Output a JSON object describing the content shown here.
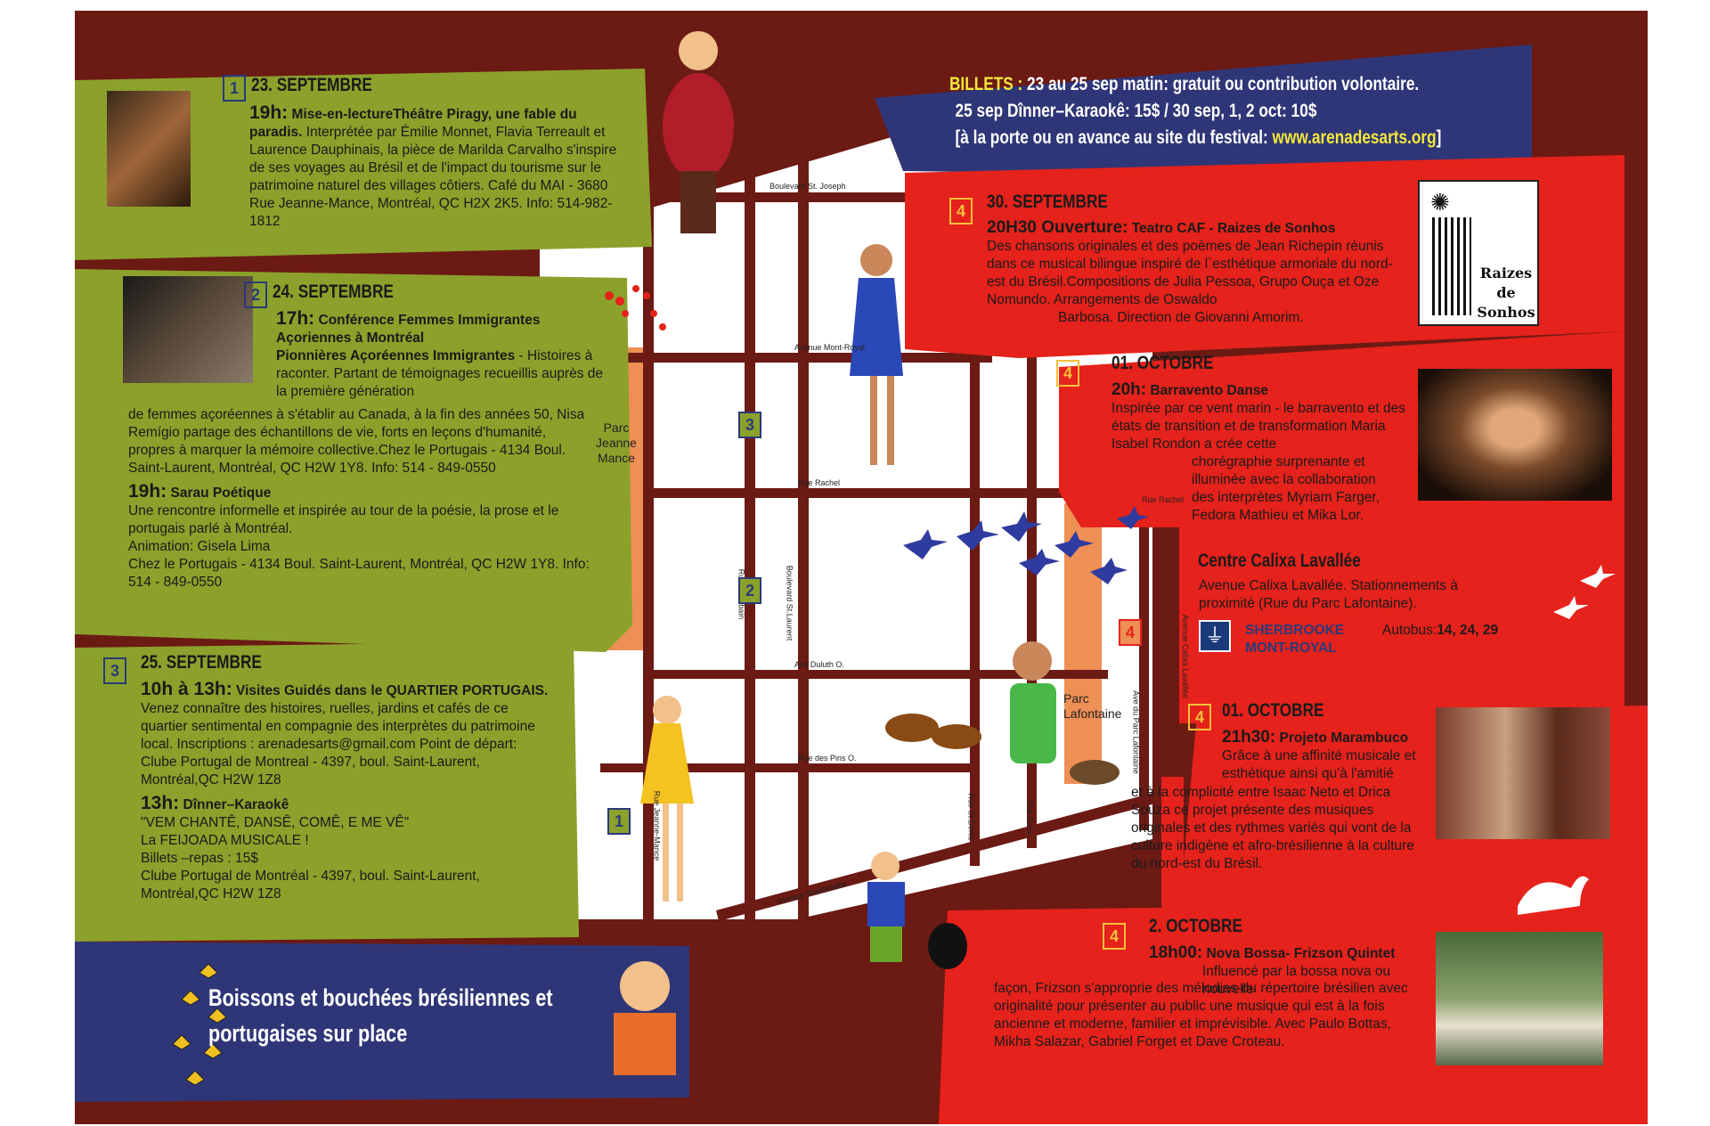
{
  "billets": {
    "label": "BILLETS :",
    "line1": "23 au 25 sep matin: gratuit ou contribution volontaire.",
    "line2": "25 sep Dînner–Karaokê: 15$  / 30 sep, 1, 2 oct: 10$",
    "line3a": "[à la porte ou en avance au site du festival:",
    "url": "www.arenadesarts.org",
    "line3b": "]"
  },
  "events_left": [
    {
      "num": "1",
      "date": "23. SEPTEMBRE",
      "time": "19h:",
      "title": "Mise-en-lectureThéâtre Piragy, une fable du paradis.",
      "body": "Interprétée par Émilie Monnet, Flavia Terreault et Laurence Dauphinais, la pièce de Marilda Carvalho s'inspire de ses voyages au Brésil et de l'impact du tourisme sur le patrimoine naturel des villages côtiers. Café du MAI - 3680 Rue Jeanne-Mance, Montréal, QC H2X 2K5. Info: 514-982-1812"
    },
    {
      "num": "2",
      "date": "24. SEPTEMBRE",
      "time": "17h:",
      "title1": "Conférence  Femmes Immigrantes",
      "title2": "Açoriennes à Montréal",
      "title3": "Pionnières Açoréennes Immigrantes",
      "body_indent": "- Histoires à raconter. Partant de témoignages recueillis auprès de la première génération",
      "body": "de femmes açoréennes à s'établir au Canada, à la fin des années 50, Nisa Remígio partage des échantillons de vie, forts en leçons d'humanité, propres à marquer la mémoire collective.Chez le Portugais - 4134 Boul. Saint-Laurent,  Montréal, QC H2W 1Y8. Info: 514 - 849-0550",
      "time2": "19h:",
      "title_b": "Sarau Poétique",
      "body2": "Une rencontre informelle et inspirée au tour de la poésie, la prose et le portugais parlé à Montréal.",
      "body3": "Animation: Gisela Lima",
      "body4": "Chez le Portugais - 4134 Boul. Saint-Laurent,  Montréal, QC H2W 1Y8. Info: 514 - 849-0550"
    },
    {
      "num": "3",
      "date": "25. SEPTEMBRE",
      "time": "10h à 13h:",
      "title": "Visites Guidés dans le QUARTIER PORTUGAIS.",
      "body": "Venez connaître des histoires, ruelles, jardins et cafés de ce quartier sentimental en compagnie des interprètes du patrimoine local. Inscriptions : arenadesarts@gmail.com  Point de départ: Clube Portugal de Montreal - 4397, boul. Saint-Laurent, Montréal,QC H2W 1Z8",
      "time2": "13h:",
      "title_b": "Dînner–Karaokê",
      "lines": [
        "\"VEM CHANTÊ, DANSÊ, COMÊ, E ME VÊ\"",
        "La FEIJOADA  MUSICALE !",
        "Billets –repas :  15$",
        "Clube Portugal de Montréal  - 4397, boul. Saint-Laurent,",
        "Montréal,QC  H2W 1Z8"
      ]
    }
  ],
  "boissons": {
    "line1": "Boissons et bouchées brésiliennes et",
    "line2": "portugaises sur place"
  },
  "events_right": [
    {
      "num": "4",
      "date": "30. SEPTEMBRE",
      "time": "20H30  Ouverture:",
      "title": "Teatro CAF - Raizes de Sonhos",
      "body": "Des chansons originales et des poèmes de Jean Richepin réunis dans ce musical bilingue inspiré de l`esthétique armoriale du nord-est du Brésil.Compositions de Julia Pessoa, Grupo Ouça et Oze Nomundo. Arrangements de Oswaldo",
      "body_end": "Barbosa. Direction de Giovanni Amorim.",
      "logo_text1": "Raizes",
      "logo_text2": "de",
      "logo_text3": "Sonhos"
    },
    {
      "num": "4",
      "date": "01. OCTOBRE",
      "time": "20h:",
      "title": "Barravento Danse",
      "body": "Inspirée par ce vent marin - le barravento et des états de transition et de transformation Maria Isabel Rondon a crée cette",
      "body2": "chorégraphie surprenante et illuminée avec la collaboration des interprètes Myriam Farger, Fedora Mathieu et Mika Lor."
    },
    {
      "num": "4",
      "date": "01. OCTOBRE",
      "time": "21h30:",
      "title": "Projeto  Marambuco",
      "body": "Grâce à une affinité musicale et esthétique ainsi qu'à l'amitié",
      "body2": "et à la complicité entre Isaac Neto et Drica Souza ce projet présente des musiques originales et des rythmes variés qui vont de la culture indigène et afro-brésilienne à la culture du nord-est du Brésil."
    },
    {
      "num": "4",
      "date": "2. OCTOBRE",
      "time": "18h00:",
      "title": "Nova Bossa- Frizson Quintet",
      "body": "Influencé par la bossa nova ou nouvelle",
      "body2": "façon, Frizson s'approprie des mélodies du répertoire brésilien avec originalité pour présenter au public une musique qui est à la fois ancienne et moderne, familier et imprévisible. Avec Paulo Bottas, Mikha Salazar, Gabriel Forget et Dave Croteau."
    }
  ],
  "centre": {
    "title": "Centre Calixa Lavallée",
    "body": "Avenue Calixa Lavallée. Stationnements à proximité (Rue du Parc Lafontaine).",
    "metro1": "SHERBROOKE",
    "metro2": "MONT-ROYAL",
    "bus_label": "Autobus:",
    "bus_lines": "14, 24, 29"
  },
  "map": {
    "streets": {
      "st_joseph": "Boulevard St. Joseph",
      "mont_royal": "Avenue Mont-Royal",
      "rachel": "Rue Rachel",
      "rachel2": "Rue Rachel",
      "duluth": "Ave Duluth O.",
      "pins": "Rue des Pins O.",
      "sherbrooke": "Avenue Sherbrooke",
      "st_urbain": "Rue St Urbain",
      "st_laurent": "Boulevard St.Laurent",
      "jeanne_mance": "Rue Jeanne-Mance",
      "st_denis": "Rue St.Denis",
      "berri": "Rue Berri",
      "parc_lafontaine_av": "Ave du Parc Lafontaine",
      "calixa": "Avenue Calixa Lavallée"
    },
    "parks": {
      "jeanne_mance": [
        "Parc",
        "Jeanne",
        "Mance"
      ],
      "lafontaine": [
        "Parc",
        "Lafontaine"
      ]
    },
    "markers": [
      "3",
      "2",
      "1",
      "4"
    ]
  },
  "colors": {
    "background": "#6b1a14",
    "green": "#8ba12b",
    "red": "#e5221b",
    "navy": "#2f3677",
    "park": "#ee8f55",
    "yellow_accent": "#f3e83a"
  }
}
